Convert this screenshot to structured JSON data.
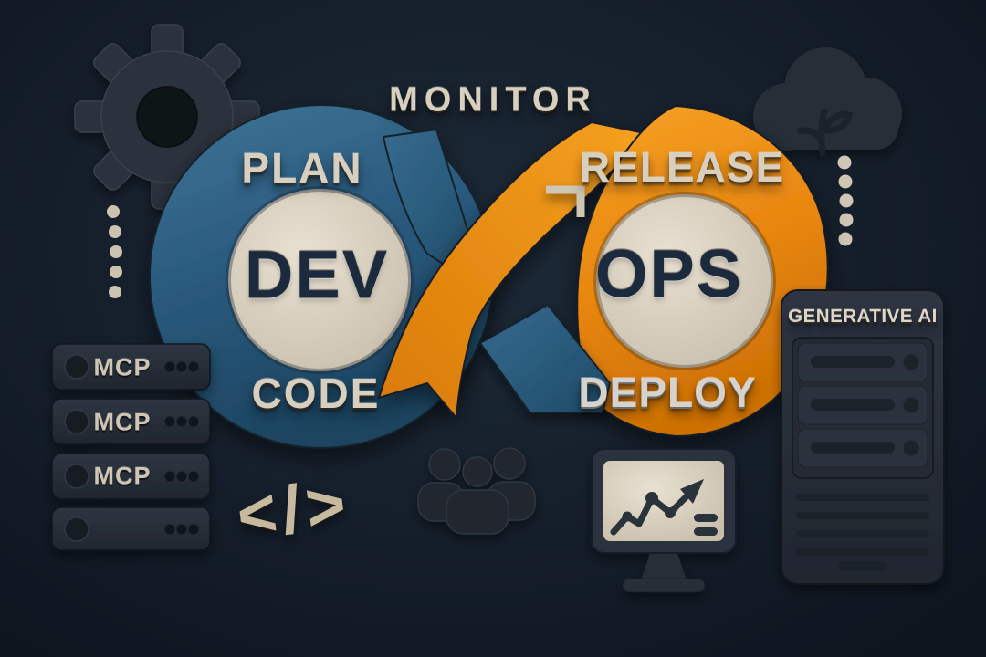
{
  "illustration": {
    "monitor_label": "MONITOR",
    "dev_loop": {
      "plan": "PLAN",
      "center": "DEV",
      "code": "CODE"
    },
    "ops_loop": {
      "release": "RELEASE",
      "center": "OPS",
      "deploy": "DEPLOY"
    },
    "code_symbol": "</>",
    "mcp_racks": [
      {
        "label": "MCP"
      },
      {
        "label": "MCP"
      },
      {
        "label": "MCP"
      },
      {
        "label": ""
      }
    ],
    "ai_tower": {
      "title": "GENERATIVE AI"
    },
    "icons": [
      "gear-icon",
      "cloud-branch-icon",
      "corner-arrow-icon",
      "mcp-server-rack-icon",
      "code-brackets-icon",
      "team-icon",
      "chart-monitor-icon",
      "ai-server-tower-icon",
      "dotted-path-left",
      "dotted-path-right"
    ],
    "colors": {
      "background": "#121c27",
      "dev_blue": "#2a5a7e",
      "ops_orange": "#e8860f",
      "cream": "#d8cfbf",
      "dark_panel": "#272e38",
      "loop_text_dark": "#1b2b3d",
      "deploy_silver": "#d6d3ce"
    }
  }
}
